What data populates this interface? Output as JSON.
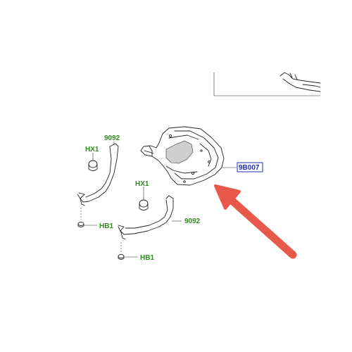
{
  "labels": {
    "strap_upper": "9092",
    "strap_lower": "9092",
    "grommet_upper": "HX1",
    "grommet_lower": "HX1",
    "bolt_upper": "HB1",
    "bolt_lower": "HB1",
    "shield": "9B007"
  },
  "colors": {
    "callout_green": "#2f8a1f",
    "callout_blue": "#1f2fb0",
    "callout_box": "#1f2fb0",
    "arrow": "#e8584a"
  }
}
